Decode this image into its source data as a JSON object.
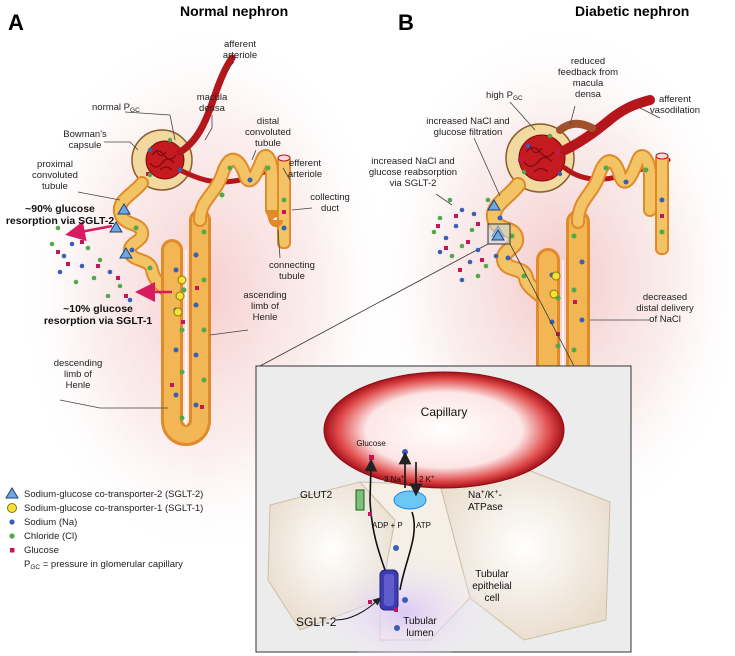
{
  "panels": {
    "a": {
      "letter": "A",
      "title": "Normal nephron"
    },
    "b": {
      "letter": "B",
      "title": "Diabetic nephron"
    }
  },
  "labels_a": {
    "afferent": [
      "afferent",
      "arteriole"
    ],
    "macula": [
      "macula",
      "densa"
    ],
    "normal_pgc": "normal P",
    "normal_pgc_sub": "GC",
    "bowman": [
      "Bowman's",
      "capsule"
    ],
    "distal": [
      "distal",
      "convoluted",
      "tubule"
    ],
    "efferent": [
      "efferent",
      "arteriole"
    ],
    "proximal": [
      "proximal",
      "convoluted",
      "tubule"
    ],
    "collecting": [
      "collecting",
      "duct"
    ],
    "sglt2_resorption": [
      "~90% glucose",
      "resorption via SGLT-2"
    ],
    "sglt1_resorption": [
      "~10% glucose",
      "resorption via SGLT-1"
    ],
    "connecting": [
      "connecting",
      "tubule"
    ],
    "ascending": [
      "ascending",
      "limb of",
      "Henle"
    ],
    "descending": [
      "descending",
      "limb of",
      "Henle"
    ]
  },
  "labels_b": {
    "reduced": [
      "reduced",
      "feedback from",
      "macula",
      "densa"
    ],
    "high_pgc": "high P",
    "high_pgc_sub": "GC",
    "afferent_vaso": [
      "afferent",
      "vasodilation"
    ],
    "increased_filtration": [
      "increased NaCl and",
      "glucose filtration"
    ],
    "increased_reabsorption": [
      "increased NaCl and",
      "glucose reabsorption",
      "via SGLT-2"
    ],
    "decreased_distal": [
      "decreased",
      "distal delivery",
      "of NaCl"
    ]
  },
  "inset": {
    "capillary": "Capillary",
    "glucose": "Glucose",
    "na": "3 Na",
    "na_sup": "+",
    "k": "2 K",
    "k_sup": "+",
    "glut2": "GLUT2",
    "atpase_line1": "Na",
    "atpase_sup1": "+",
    "atpase_mid": "/K",
    "atpase_sup2": "+",
    "atpase_line1_end": "-",
    "atpase_line2": "ATPase",
    "adp": "ADP + P",
    "atp": "ATP",
    "tubular_cell": [
      "Tubular",
      "epithelial",
      "cell"
    ],
    "sglt2": "SGLT-2",
    "lumen": [
      "Tubular",
      "lumen"
    ]
  },
  "legend": {
    "items": [
      {
        "icon": "triangle",
        "label": "Sodium-glucose co-transporter-2 (SGLT-2)"
      },
      {
        "icon": "yellow-circle",
        "label": "Sodium-glucose co-transporter-1 (SGLT-1)"
      },
      {
        "icon": "blue-dot",
        "label": "Sodium (Na)"
      },
      {
        "icon": "green-dot",
        "label": "Chloride (Cl)"
      },
      {
        "icon": "pink-square",
        "label": "Glucose"
      }
    ],
    "pgc_prefix": "P",
    "pgc_sub": "GC",
    "pgc_text": " = pressure in glomerular capillary"
  },
  "colors": {
    "tubule": "#f0b653",
    "tubule_dark": "#e48a2a",
    "arteriole": "#b5161b",
    "sodium": "#3a5fb5",
    "chloride": "#52a84a",
    "glucose": "#c2185b",
    "sglt2": "#6fa8dc",
    "sglt1": "#f5e03a",
    "arrow": "#d81b60"
  }
}
